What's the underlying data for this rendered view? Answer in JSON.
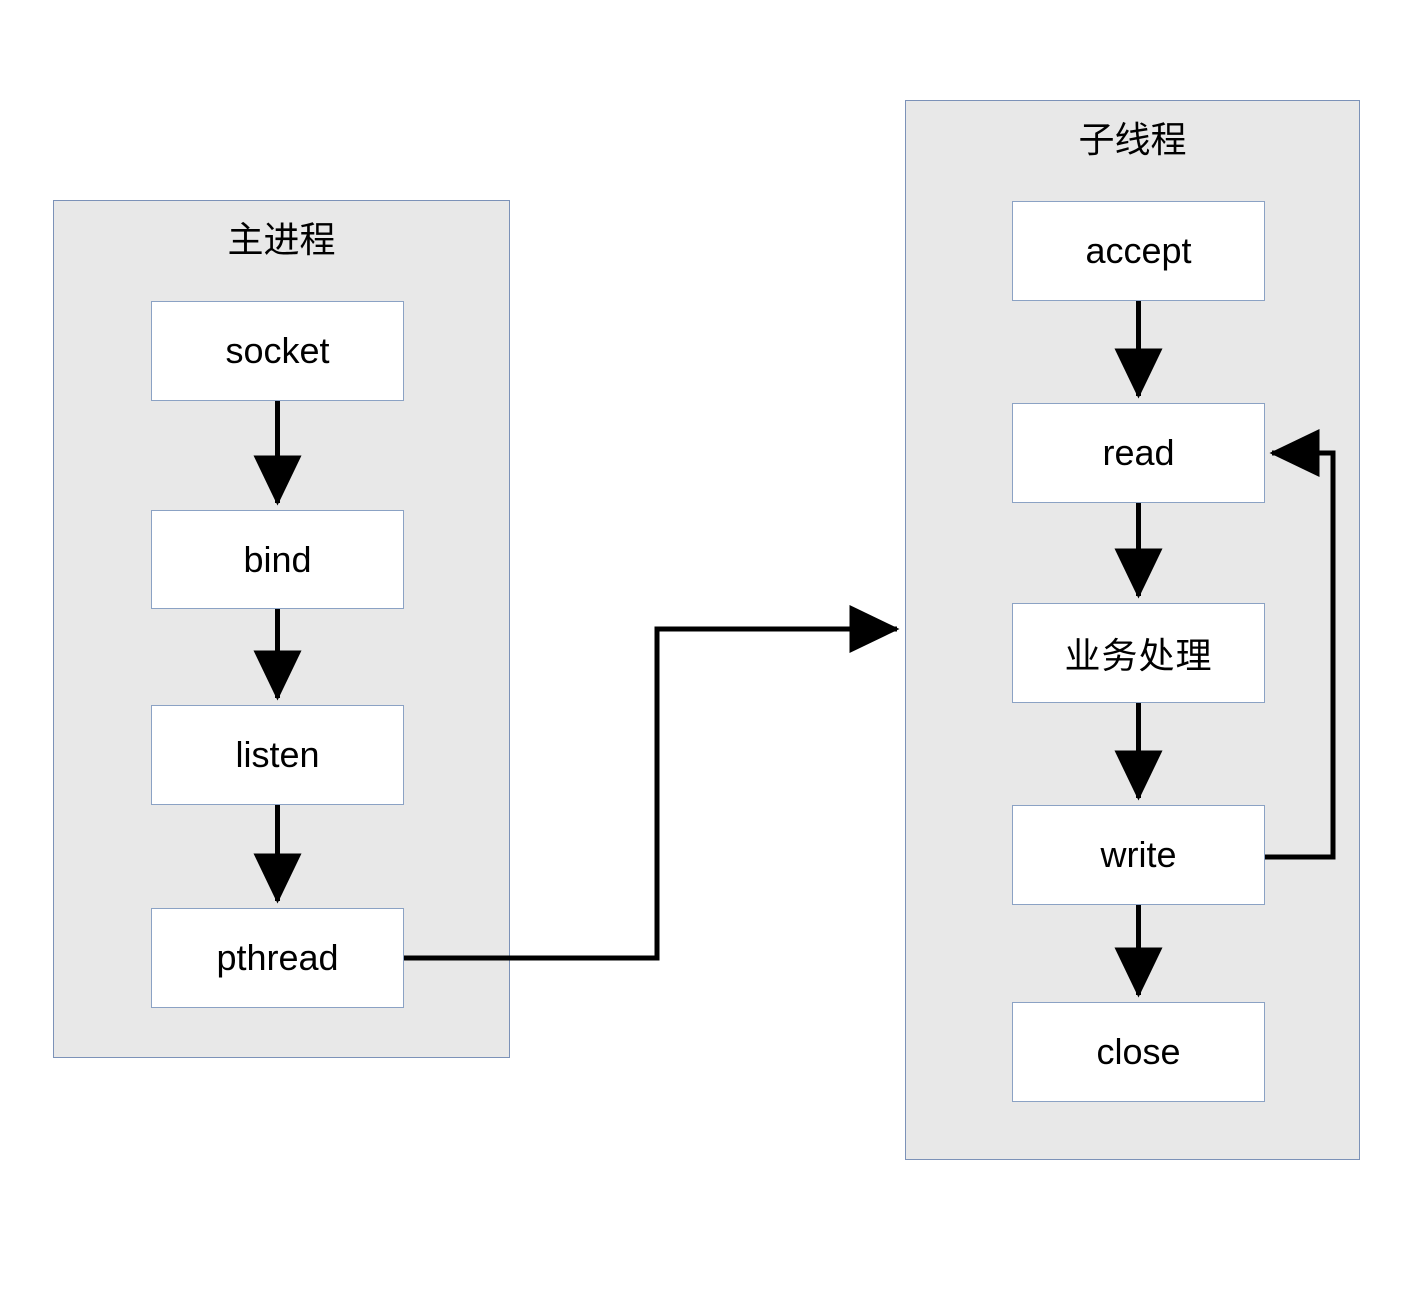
{
  "diagram": {
    "title_main_process": "主进程",
    "title_child_thread": "子线程",
    "main_process_nodes": [
      {
        "id": "socket",
        "label": "socket"
      },
      {
        "id": "bind",
        "label": "bind"
      },
      {
        "id": "listen",
        "label": "listen"
      },
      {
        "id": "pthread",
        "label": "pthread"
      }
    ],
    "child_thread_nodes": [
      {
        "id": "accept",
        "label": "accept"
      },
      {
        "id": "read",
        "label": "read"
      },
      {
        "id": "business",
        "label": "业务处理"
      },
      {
        "id": "write",
        "label": "write"
      },
      {
        "id": "close",
        "label": "close"
      }
    ],
    "edges": [
      {
        "from": "socket",
        "to": "bind",
        "kind": "vertical-arrow"
      },
      {
        "from": "bind",
        "to": "listen",
        "kind": "vertical-arrow"
      },
      {
        "from": "listen",
        "to": "pthread",
        "kind": "vertical-arrow"
      },
      {
        "from": "pthread",
        "to": "child-thread-group",
        "kind": "orthogonal-arrow"
      },
      {
        "from": "accept",
        "to": "read",
        "kind": "vertical-arrow"
      },
      {
        "from": "read",
        "to": "business",
        "kind": "vertical-arrow"
      },
      {
        "from": "business",
        "to": "write",
        "kind": "vertical-arrow"
      },
      {
        "from": "write",
        "to": "close",
        "kind": "vertical-arrow"
      },
      {
        "from": "write",
        "to": "read",
        "kind": "loop-back-arrow"
      }
    ],
    "colors": {
      "group_fill": "#e8e8e8",
      "group_border": "#7c92b8",
      "node_fill": "#ffffff",
      "node_border": "#8ba2c4",
      "arrow": "#000000",
      "page_background": "#ffffff",
      "text": "#000000"
    }
  }
}
